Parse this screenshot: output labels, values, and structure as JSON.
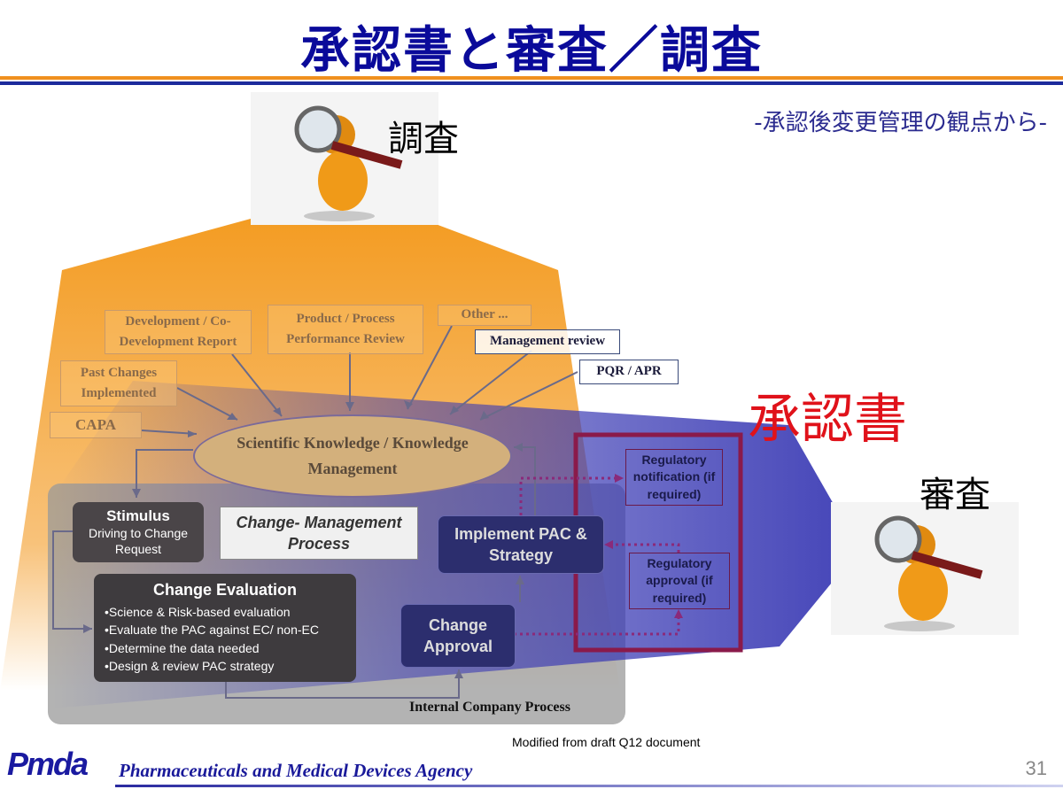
{
  "title": "承認書と審査／調査",
  "subtitle": "-承認後変更管理の観点から-",
  "labels": {
    "inspection": "調査",
    "review": "審査",
    "approval_document": "承認書"
  },
  "inputs": {
    "development_report": "Development / Co-Development Report",
    "product_review": "Product / Process Performance Review",
    "other": "Other ...",
    "management_review": "Management review",
    "past_changes": "Past Changes Implemented",
    "pqr_apr": "PQR  / APR",
    "capa": "CAPA"
  },
  "knowledge": "Scientific Knowledge  / Knowledge Management",
  "stimulus": {
    "heading": "Stimulus",
    "text": "Driving to Change Request"
  },
  "change_management_process": "Change- Management Process",
  "evaluation": {
    "heading": "Change Evaluation",
    "bullets": [
      "•Science & Risk-based evaluation",
      "•Evaluate the PAC against EC/ non-EC",
      "•Determine the data needed",
      "•Design & review PAC strategy"
    ]
  },
  "implement": "Implement PAC & Strategy",
  "change_approval": "Change Approval",
  "regulatory_notification": "Regulatory notification (if required)",
  "regulatory_approval": "Regulatory approval (if required)",
  "internal_process": "Internal Company  Process",
  "source_note": "Modified from draft Q12 document",
  "footer": {
    "logo": "Pmda",
    "agency": "Pharmaceuticals and Medical Devices Agency",
    "page": "31"
  },
  "colors": {
    "title": "#0a0a9a",
    "orange_band": "#f39a1e",
    "blue_band": "#3a3ab4",
    "approval_document": "#e0121a",
    "frame": "#8a1a4a"
  }
}
